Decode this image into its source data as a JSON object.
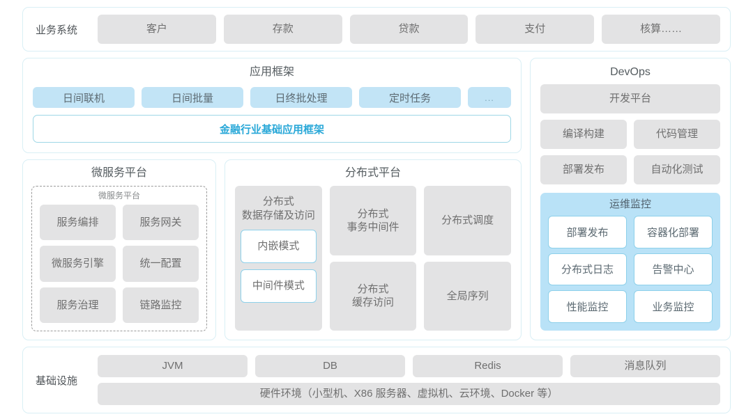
{
  "business_row": {
    "label": "业务系统",
    "items": [
      "客户",
      "存款",
      "贷款",
      "支付",
      "核算……"
    ]
  },
  "app_framework": {
    "title": "应用框架",
    "chips": [
      "日间联机",
      "日间批量",
      "日终批处理",
      "定时任务"
    ],
    "more_chip": "...",
    "framework_bar": "金融行业基础应用框架",
    "framework_bar_color": "#29a8d8"
  },
  "micro_platform": {
    "title": "微服务平台",
    "inner_title": "微服务平台",
    "items": [
      "服务编排",
      "服务网关",
      "微服务引擎",
      "统一配置",
      "服务治理",
      "链路监控"
    ]
  },
  "dist_platform": {
    "title": "分布式平台",
    "storage": {
      "title": "分布式\n数据存储及访问",
      "title_line1": "分布式",
      "title_line2": "数据存储及访问",
      "modes": [
        "内嵌模式",
        "中间件模式"
      ]
    },
    "cells": [
      {
        "line1": "分布式",
        "line2": "事务中间件"
      },
      {
        "line1": "分布式调度",
        "line2": ""
      },
      {
        "line1": "分布式",
        "line2": "缓存访问"
      },
      {
        "line1": "全局序列",
        "line2": ""
      }
    ]
  },
  "devops": {
    "title": "DevOps",
    "platform": "开发平台",
    "pairs": [
      [
        "编译构建",
        "代码管理"
      ],
      [
        "部署发布",
        "自动化测试"
      ]
    ],
    "ops_monitor": {
      "title": "运维监控",
      "panel_color": "#b9e2f7",
      "items": [
        "部署发布",
        "容器化部署",
        "分布式日志",
        "告警中心",
        "性能监控",
        "业务监控"
      ]
    }
  },
  "infrastructure": {
    "label": "基础设施",
    "items": [
      "JVM",
      "DB",
      "Redis",
      "消息队列"
    ],
    "hardware": "硬件环境（小型机、X86 服务器、虚拟机、云环境、Docker 等）"
  },
  "theme": {
    "panel_border": "#d9eff5",
    "grey_cell": "#e3e3e4",
    "blue_chip": "#c2e4f6",
    "chip_border_blue": "#8dd0ea"
  }
}
